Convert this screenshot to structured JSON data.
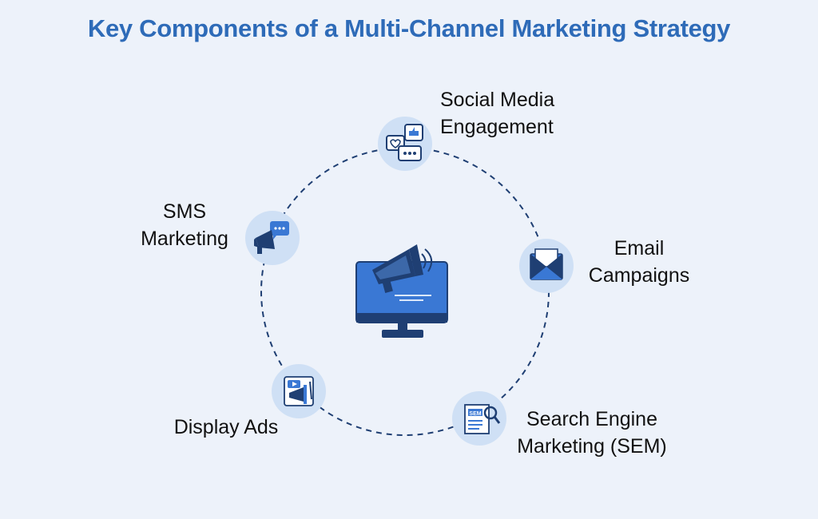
{
  "title": "Key Components of a Multi-Channel Marketing Strategy",
  "components": [
    {
      "id": "social",
      "lines": [
        "Social Media",
        "Engagement"
      ],
      "icon": "social-media-icon"
    },
    {
      "id": "email",
      "lines": [
        "Email",
        "Campaigns"
      ],
      "icon": "email-envelope-icon"
    },
    {
      "id": "sem",
      "lines": [
        "Search Engine",
        "Marketing (SEM)"
      ],
      "icon": "sem-search-icon",
      "icon_text": "SEM"
    },
    {
      "id": "display",
      "lines": [
        "Display Ads"
      ],
      "icon": "display-ads-icon"
    },
    {
      "id": "sms",
      "lines": [
        "SMS",
        "Marketing"
      ],
      "icon": "sms-megaphone-icon"
    }
  ],
  "center_icon": "monitor-megaphone-icon",
  "colors": {
    "title": "#2e6bb8",
    "background": "#edf2fa",
    "icon_circle": "#cfe0f5",
    "dark_blue": "#1f3f73",
    "mid_blue": "#3a78d4",
    "dashed_ring": "#1f3f73"
  }
}
